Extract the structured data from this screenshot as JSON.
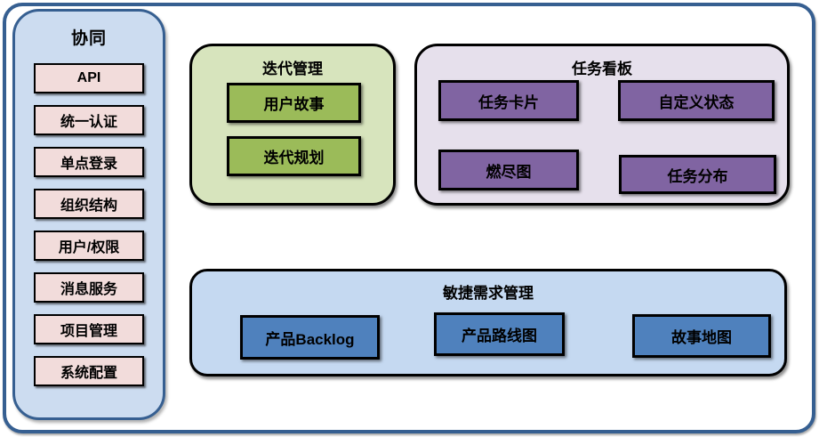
{
  "colors": {
    "outer_border": "#365f91",
    "sidebar_fill": "#ccdcf0",
    "sidebar_border": "#365f91",
    "pink_fill": "#f2dcdb",
    "green_panel_fill": "#d7e4bd",
    "green_item_fill": "#9bbb59",
    "purple_panel_fill": "#e6e0ec",
    "purple_item_fill": "#8064a2",
    "blue_panel_fill": "#c5d9f1",
    "blue_item_fill": "#4f81bd"
  },
  "sidebar": {
    "title": "协同",
    "items": [
      "API",
      "统一认证",
      "单点登录",
      "组织结构",
      "用户/权限",
      "消息服务",
      "项目管理",
      "系统配置"
    ]
  },
  "iteration_panel": {
    "title": "迭代管理",
    "items": [
      "用户故事",
      "迭代规划"
    ]
  },
  "task_board_panel": {
    "title": "任务看板",
    "items": [
      "任务卡片",
      "自定义状态",
      "燃尽图",
      "任务分布"
    ]
  },
  "agile_panel": {
    "title": "敏捷需求管理",
    "items": [
      "产品Backlog",
      "产品路线图",
      "故事地图"
    ]
  }
}
